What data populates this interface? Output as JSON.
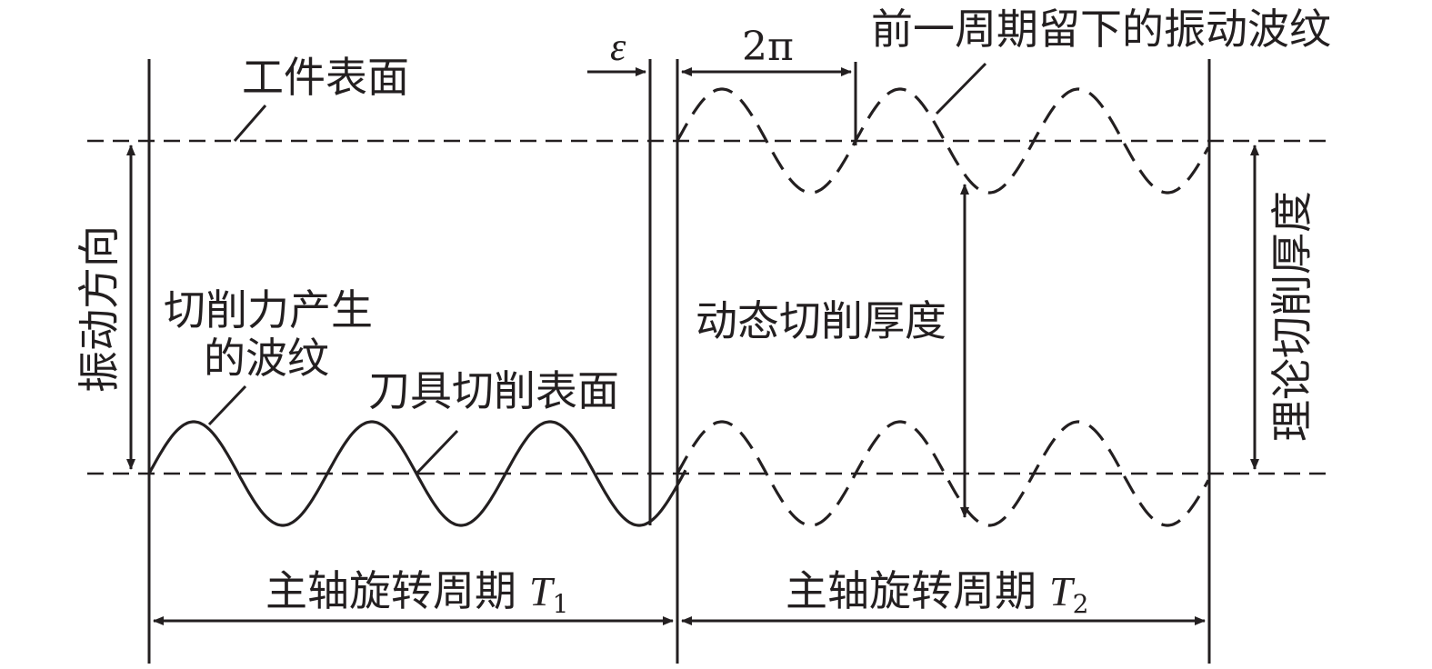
{
  "labels": {
    "workpiece_surface": "工件表面",
    "previous_wave": "前一周期留下的振动波纹",
    "vibration_direction": "振动方向",
    "force_wave_line1": "切削力产生",
    "force_wave_line2": "的波纹",
    "tool_surface": "刀具切削表面",
    "dynamic_thickness": "动态切削厚度",
    "theoretical_thickness": "理论切削厚度",
    "period_prefix": "主轴旋转周期",
    "period1_symbol": "T",
    "period1_subscript": "1",
    "period2_symbol": "T",
    "period2_subscript": "2",
    "epsilon": "ε",
    "two_pi": "2π"
  }
}
